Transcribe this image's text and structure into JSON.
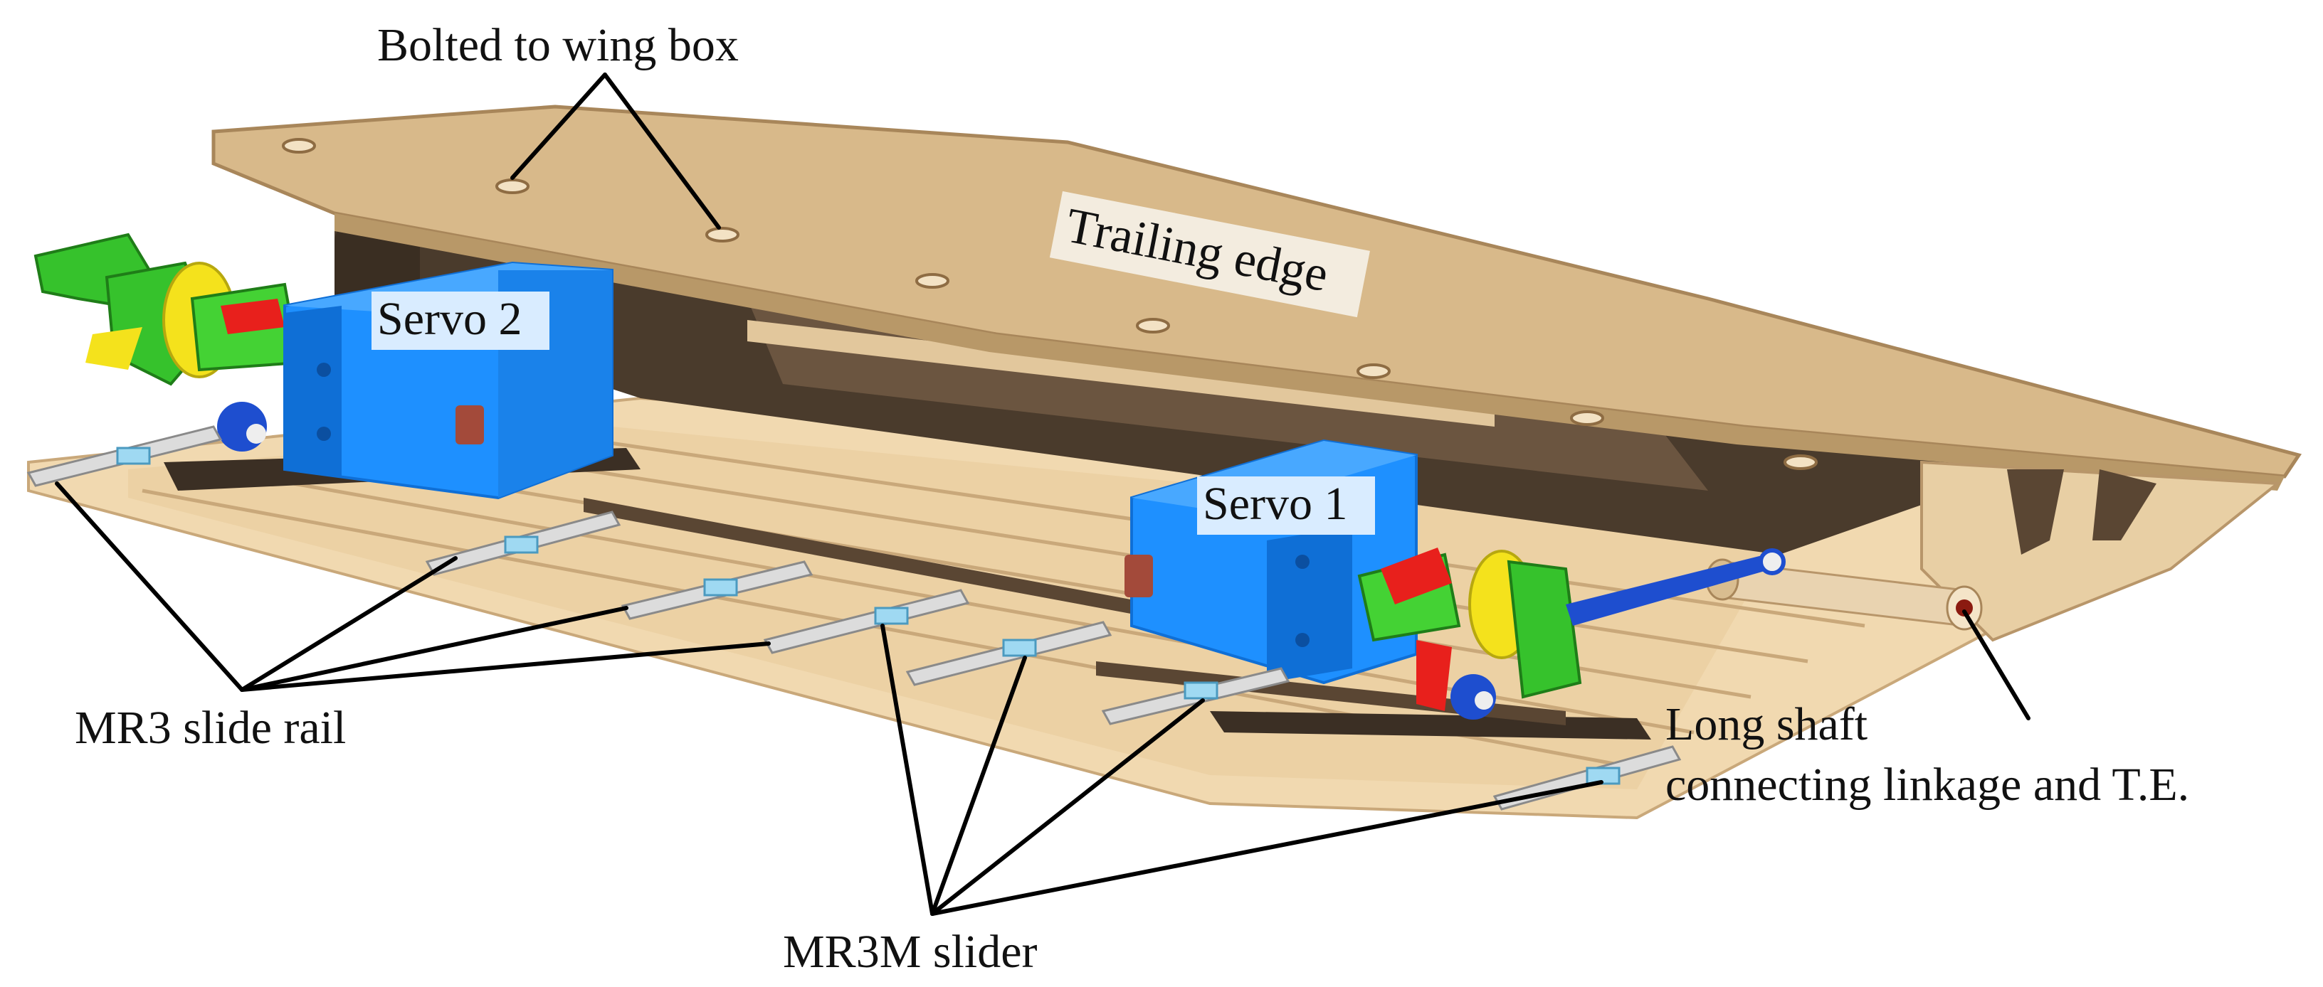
{
  "labels": {
    "bolted": "Bolted to wing box",
    "trailing_edge": "Trailing edge",
    "servo2": "Servo 2",
    "servo1": "Servo 1",
    "mr3_rail": "MR3 slide rail",
    "mr3m_slider": "MR3M slider",
    "long_shaft_1": "Long shaft",
    "long_shaft_2": "connecting linkage and T.E."
  },
  "colors": {
    "skin": "#d8b98a",
    "skin_dark": "#b89868",
    "skin_light": "#efd9b6",
    "cavity": "#4a3b2c",
    "base": "#f1d9b0",
    "servo": "#1e90ff",
    "servo_dark": "#0f6fd6",
    "arm_green": "#36c22c",
    "arm_yellow": "#f4e21c",
    "arm_red": "#e8201c",
    "rail": "#dcdcdc",
    "slider": "#9fd9f2",
    "label_bg": "#f3ecdf"
  }
}
